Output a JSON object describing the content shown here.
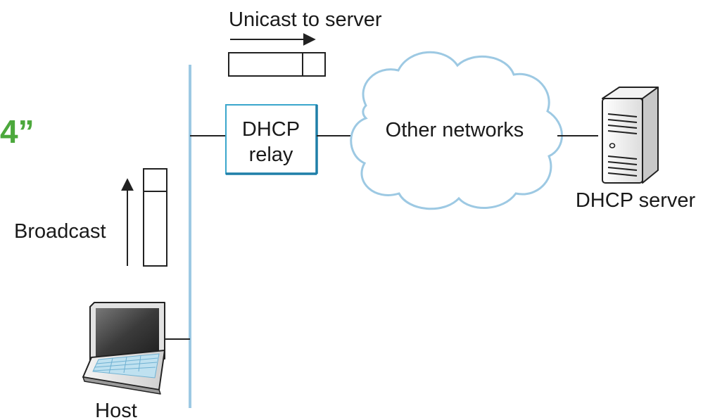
{
  "labels": {
    "unicast": "Unicast to server",
    "relay_line1": "DHCP",
    "relay_line2": "relay",
    "cloud": "Other networks",
    "server": "DHCP server",
    "broadcast": "Broadcast",
    "host": "Host",
    "fragment": "4”"
  },
  "colors": {
    "ethernet": "#9dc9e3",
    "relay_border": "#3aa6cc",
    "fragment_green": "#4ca83c",
    "line": "#222222"
  }
}
